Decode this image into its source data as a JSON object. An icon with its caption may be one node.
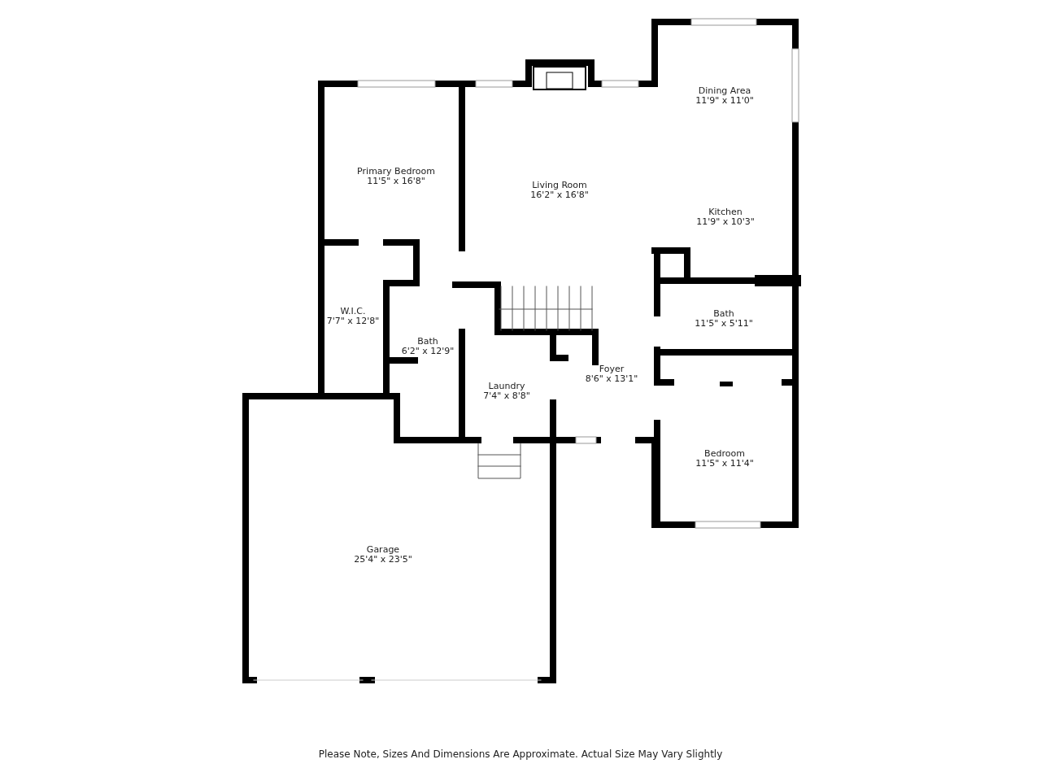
{
  "diagram": {
    "caption": "Please Note, Sizes And Dimensions Are Approximate. Actual Size May Vary Slightly",
    "labels": [
      "Dining Area",
      "11'9\" x 11'0\"",
      "Primary Bedroom",
      "11'5\" x 16'8\"",
      "Living Room",
      "16'2\" x 16'8\"",
      "Kitchen",
      "11'9\" x 10'3\"",
      "Bath",
      "11'5\" x 5'11\"",
      "W.I.C.",
      "7'7\" x 12'8\"",
      "Bath",
      "6'2\" x 12'9\"",
      "Foyer",
      "8'6\" x 13'1\"",
      "Laundry",
      "7'4\" x 8'8\"",
      "Bedroom",
      "11'5\" x 11'4\"",
      "Garage",
      "25'4\" x 23'5\""
    ]
  }
}
